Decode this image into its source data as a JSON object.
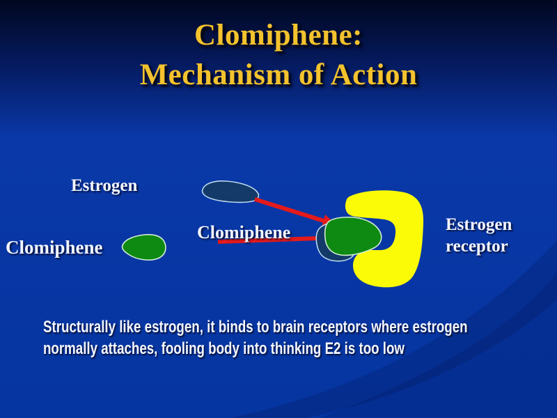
{
  "slide": {
    "title": {
      "line1": "Clomiphene:",
      "line2": "Mechanism of Action"
    }
  },
  "diagram": {
    "labels": {
      "estrogen": "Estrogen",
      "clomiphene_free": "Clomiphene",
      "clomiphene_bound": "Clomiphene",
      "receptor_line1": "Estrogen",
      "receptor_line2": "receptor"
    }
  },
  "caption": {
    "line1": "Structurally like estrogen, it binds to brain receptors where estrogen",
    "line2": "normally attaches, fooling body into thinking E2 is too low"
  },
  "colors": {
    "title_gold": "#f3c22d",
    "label_white": "#f4f6ff",
    "bg_top": "#010720",
    "bg_upper": "#051a5e",
    "bg_mid": "#0a38a8",
    "bg_bottom": "#0535a0",
    "estrogen_fill": "#133a69",
    "estrogen_outline": "#bcd8ec",
    "clomiphene_fill": "#0e8a12",
    "clomiphene_outline": "#d4eed4",
    "receptor_yellow": "#fbfb08",
    "arrow_red": "#e41a1b",
    "swoosh_dark": "#020a3c"
  }
}
